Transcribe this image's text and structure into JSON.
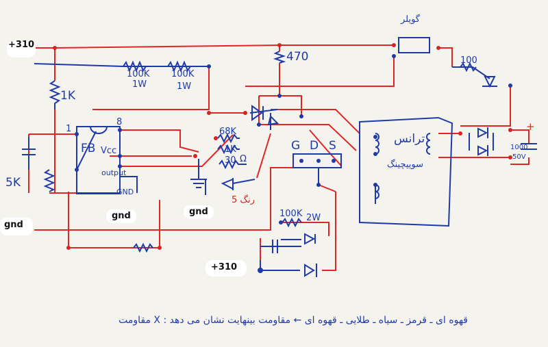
{
  "labels": {
    "plus310_top": "+310",
    "plus310_bottom": "+310",
    "gnd_left": "gnd",
    "gnd_mid": "gnd",
    "gnd_right": "gnd",
    "r_1k": "1K",
    "r_5k": "5K",
    "r_100k_a": "100K",
    "r_100k_a_w": "1W",
    "r_100k_b": "100K",
    "r_100k_b_w": "1W",
    "r_470": "470",
    "r_68k": "68K",
    "r_1k_mid": "1K",
    "r_30": "30",
    "ohm": "Ω",
    "r_100k_2w": "100K",
    "r_100k_2w_w": "2W",
    "r_100_out": "100",
    "cap_out": "1000",
    "cap_out_v": "50V",
    "pin1": "1",
    "pin8": "8",
    "fb": "FB",
    "vcc": "Vcc",
    "output": "output",
    "gnd_pin": "GND",
    "gate": "G",
    "drain": "D",
    "source": "S",
    "led_note": "5 رنگ",
    "relay": "گویلر",
    "transformer": "ترانس",
    "transformer_sub": "سوییچینگ",
    "plus_sign": "+",
    "note": "مقاومت X : قهوه ای ـ قرمز ـ سیاه ـ طلایی ـ قهوه ای ← مقاومت بینهایت نشان می دهد"
  }
}
